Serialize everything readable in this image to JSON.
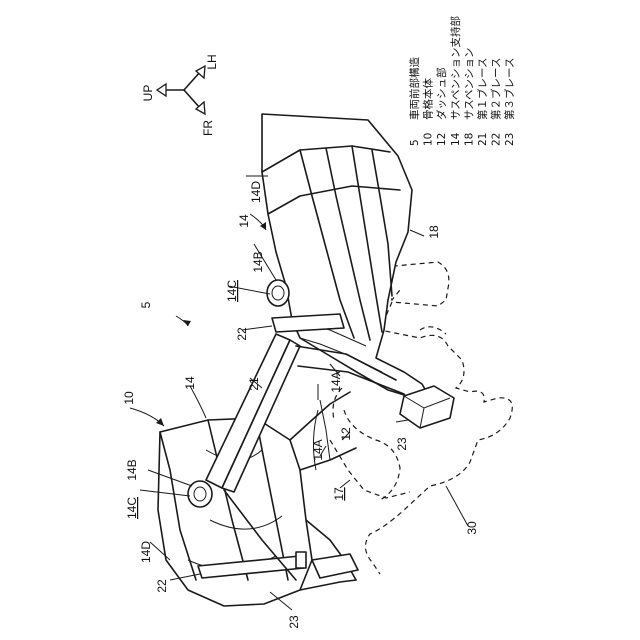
{
  "compass": {
    "up": "UP",
    "lh": "LH",
    "fr": "FR"
  },
  "labels": {
    "l5": "5",
    "l10": "10",
    "l14a": "14",
    "l14b": "14",
    "l14B_top": "14B",
    "l14C_top": "14C",
    "l14D_top": "14D",
    "l14B_left": "14B",
    "l14C_left": "14C",
    "l14D_left": "14D",
    "l14A_a": "14A",
    "l14A_b": "14A",
    "l12": "12",
    "l17": "17",
    "l18": "18",
    "l21": "21",
    "l22a": "22",
    "l22b": "22",
    "l23a": "23",
    "l23b": "23",
    "l30": "30"
  },
  "legend": [
    {
      "num": "5",
      "text": "車両前部構造"
    },
    {
      "num": "10",
      "text": "骨格本体"
    },
    {
      "num": "12",
      "text": "ダッシュ部"
    },
    {
      "num": "14",
      "text": "サスペンション支持部"
    },
    {
      "num": "18",
      "text": "サスペンション"
    },
    {
      "num": "21",
      "text": "第１ブレース"
    },
    {
      "num": "22",
      "text": "第２ブレース"
    },
    {
      "num": "23",
      "text": "第３ブレース"
    }
  ]
}
